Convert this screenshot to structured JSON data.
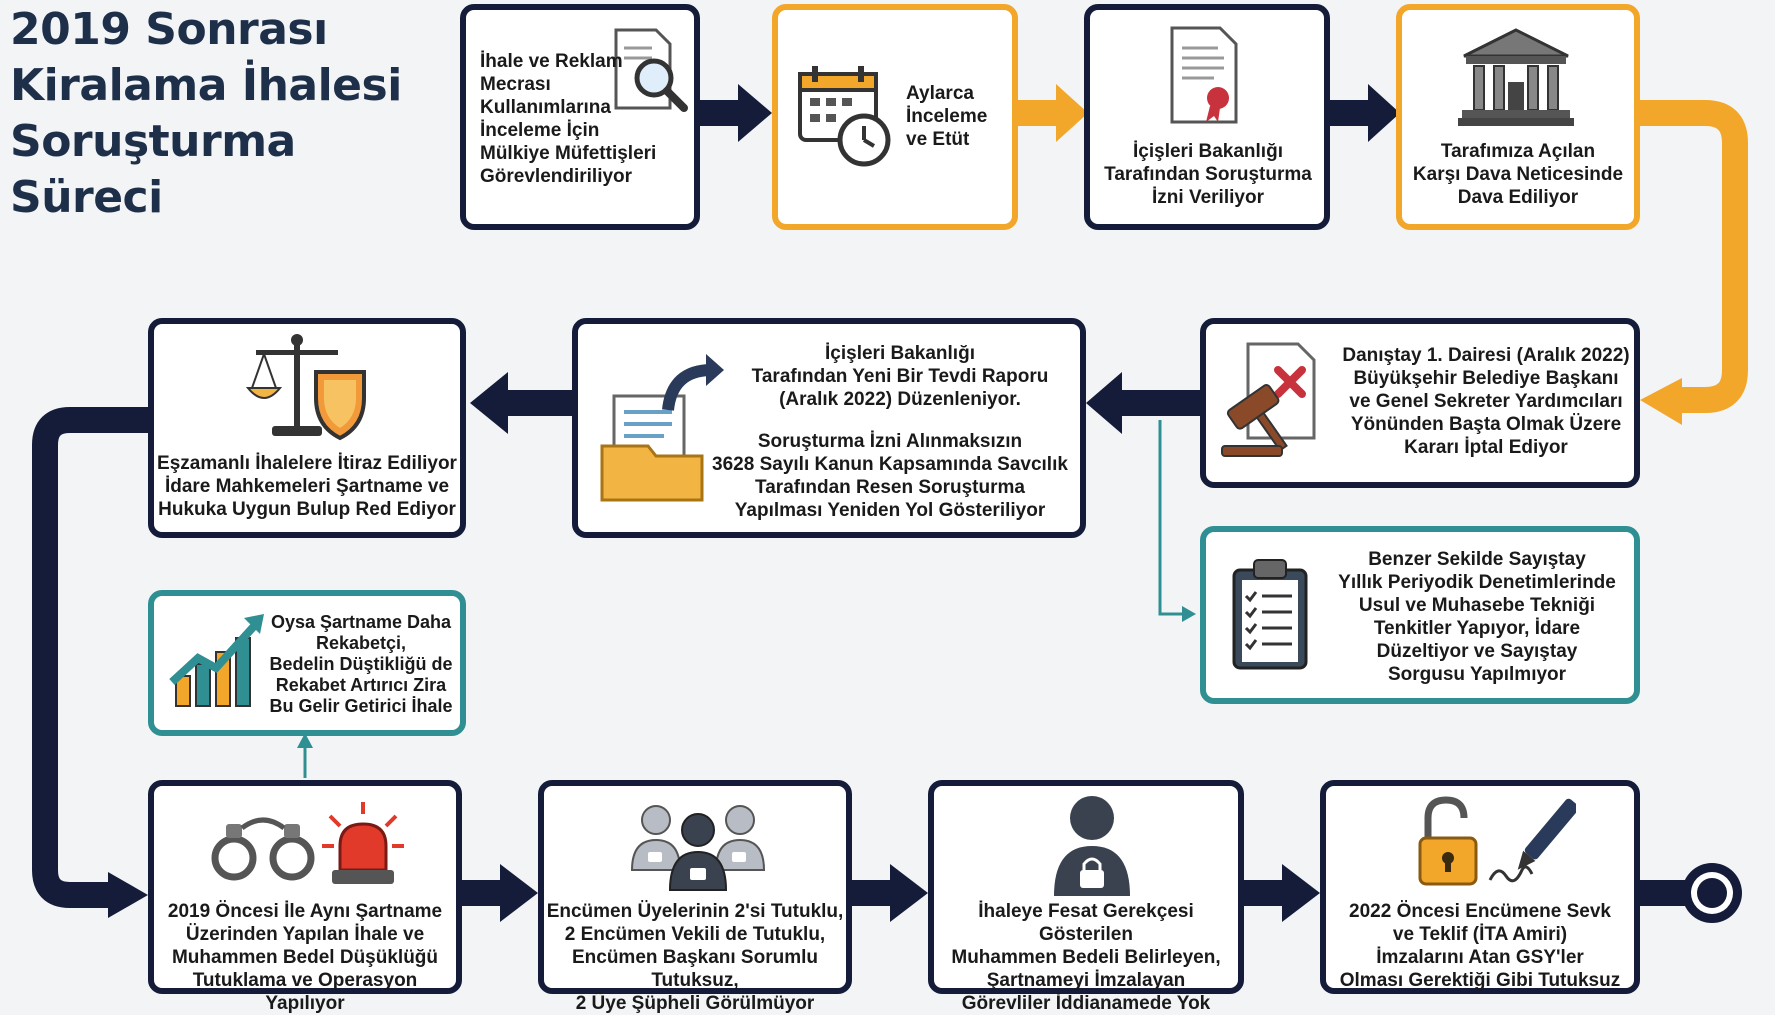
{
  "title": {
    "lines": [
      "2019 Sonrası",
      "Kiralama İhalesi",
      "Soruşturma Süreci"
    ]
  },
  "steps": {
    "s1": {
      "lines": [
        "İhale ve Reklam",
        "Mecrası",
        "Kullanımlarına",
        "İnceleme İçin",
        "Mülkiye Müfettişleri",
        "Görevlendiriliyor"
      ]
    },
    "s2": {
      "lines": [
        "Aylarca",
        "İnceleme",
        "ve Etüt"
      ]
    },
    "s3": {
      "lines": [
        "İçişleri Bakanlığı",
        "Tarafından Soruşturma",
        "İzni Veriliyor"
      ]
    },
    "s4": {
      "lines": [
        "Tarafımıza Açılan",
        "Karşı Dava Neticesinde",
        "Dava Ediliyor"
      ]
    },
    "s5": {
      "lines": [
        "Danıştay 1. Dairesi (Aralık 2022)",
        "Büyükşehir Belediye Başkanı",
        "ve Genel Sekreter Yardımcıları",
        "Yönünden Başta Olmak Üzere",
        "Kararı İptal Ediyor"
      ]
    },
    "s6": {
      "lines_a": [
        "İçişleri Bakanlığı",
        "Tarafından Yeni Bir Tevdi Raporu",
        "(Aralık 2022) Düzenleniyor."
      ],
      "lines_b": [
        "Soruşturma İzni Alınmaksızın",
        "3628 Sayılı Kanun Kapsamında Savcılık",
        "Tarafından Resen Soruşturma",
        "Yapılması Yeniden Yol Gösteriliyor"
      ]
    },
    "s7": {
      "lines": [
        "Eşzamanlı İhalelere İtiraz Ediliyor",
        "İdare Mahkemeleri Şartname ve",
        "Hukuka Uygun Bulup Red Ediyor"
      ]
    },
    "s8": {
      "lines": [
        "Benzer Sekilde Sayıştay",
        "Yıllık Periyodik Denetimlerinde",
        "Usul ve Muhasebe Tekniği",
        "Tenkitler Yapıyor, İdare",
        "Düzeltiyor ve Sayıştay",
        "Sorgusu Yapılmıyor"
      ]
    },
    "s9": {
      "lines": [
        "Oysa Şartname Daha",
        "Rekabetçi,",
        "Bedelin Düştikliğü de",
        "Rekabet Artırıcı Zira",
        "Bu Gelir Getirici İhale"
      ]
    },
    "s10": {
      "lines": [
        "2019 Öncesi İle Aynı Şartname",
        "Üzerinden Yapılan İhale ve",
        "Muhammen Bedel Düşüklüğü",
        "Tutuklama ve Operasyon Yapılıyor"
      ]
    },
    "s11": {
      "lines": [
        "Encümen Üyelerinin 2'si Tutuklu,",
        "2 Encümen Vekili de Tutuklu,",
        "Encümen Başkanı Sorumlu Tutuksuz,",
        "2 Üye Şüpheli Görülmüyor"
      ]
    },
    "s12": {
      "lines": [
        "İhaleye Fesat Gerekçesi Gösterilen",
        "Muhammen Bedeli Belirleyen,",
        "Şartnameyi İmzalayan",
        "Görevliler İddianamede Yok"
      ]
    },
    "s13": {
      "lines": [
        "2022 Öncesi Encümene Sevk",
        "ve Teklif (İTA Amiri)",
        "İmzalarını Atan GSY'ler",
        "Olması Gerektiği Gibi Tutuksuz"
      ]
    }
  },
  "colors": {
    "navy": "#141c3a",
    "orange": "#f2a62a",
    "teal": "#2f8f92"
  },
  "icons": [
    "document-search-icon",
    "calendar-clock-icon",
    "certificate-icon",
    "courthouse-icon",
    "gavel-cancel-icon",
    "folder-share-icon",
    "scales-shield-icon",
    "clipboard-checklist-icon",
    "growth-chart-icon",
    "handcuffs-icon",
    "siren-icon",
    "locked-group-icon",
    "locked-person-icon",
    "padlock-open-icon",
    "signature-pen-icon",
    "end-target-icon"
  ]
}
